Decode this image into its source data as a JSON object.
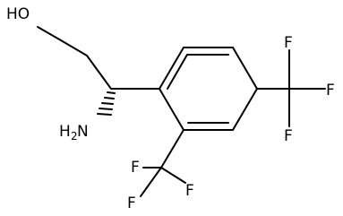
{
  "molecule": {
    "labels": {
      "hydroxyl": "HO",
      "amine_h": "H",
      "amine_sub": "2",
      "amine_n": "N",
      "fluorine": "F"
    }
  }
}
